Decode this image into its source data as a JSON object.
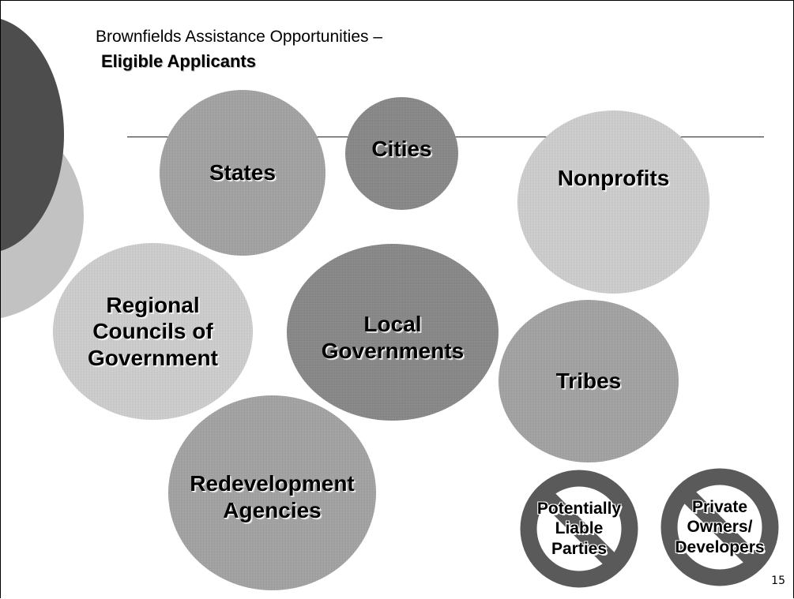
{
  "title": {
    "line1": "Brownfields Assistance Opportunities –",
    "line2": "Eligible Applicants"
  },
  "colors": {
    "dark_deco": "#4d4d4d",
    "light_deco": "#c2c2c2",
    "bubble_mid": "#a3a3a3",
    "bubble_dark": "#878787",
    "bubble_light": "#d0d0d0",
    "no_sign": "#5a5a5a"
  },
  "bubbles": {
    "states": "States",
    "cities": "Cities",
    "nonprofits": "Nonprofits",
    "regional": [
      "Regional",
      "Councils of",
      "Government"
    ],
    "local": [
      "Local",
      "Governments"
    ],
    "tribes": "Tribes",
    "redevelopment": [
      "Redevelopment",
      "Agencies"
    ]
  },
  "excluded": {
    "potentially_liable": [
      "Potentially",
      "Liable",
      "Parties"
    ],
    "private_owners": [
      "Private",
      "Owners/",
      "Developers"
    ]
  },
  "page_number": "15"
}
